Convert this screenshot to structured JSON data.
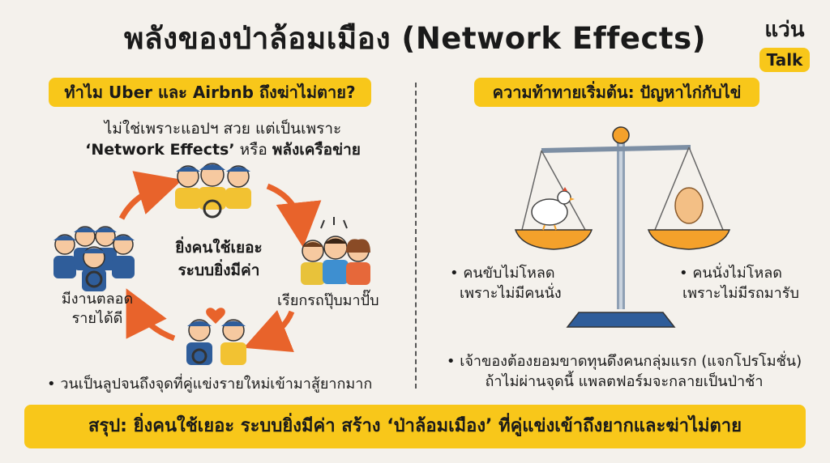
{
  "title": "พลังของป่าล้อมเมือง (Network Effects)",
  "logo": {
    "top": "แว่น",
    "badge": "Talk"
  },
  "left": {
    "heading": "ทำไม Uber และ Airbnb ถึงฆ่าไม่ตาย?",
    "lead_line1": "ไม่ใช่เพราะแอปฯ สวย แต่เป็นเพราะ",
    "lead_bold1": "‘Network Effects’",
    "lead_mid": " หรือ ",
    "lead_bold2": "พลังเครือข่าย",
    "cycle_center_line1": "ยิ่งคนใช้เยอะ",
    "cycle_center_line2": "ระบบยิ่งมีค่า",
    "label_jobs_line1": "มีงานตลอด",
    "label_jobs_line2": "รายได้ดี",
    "label_hail": "เรียกรถปุ๊บมาปั๊บ",
    "bullet": "• วนเป็นลูปจนถึงจุดที่คู่แข่งรายใหม่เข้ามาสู้ยากมาก"
  },
  "right": {
    "heading": "ความท้าทายเริ่มต้น: ปัญหาไก่กับไข่",
    "bullet_drivers_line1": "• คนขับไม่โหลด",
    "bullet_drivers_line2": "เพราะไม่มีคนนั่ง",
    "bullet_riders_line1": "• คนนั่งไม่โหลด",
    "bullet_riders_line2": "เพราะไม่มีรถมารับ",
    "bullet_owner_line1": "• เจ้าของต้องยอมขาดทุนดึงคนกลุ่มแรก (แจกโปรโมชั่น)",
    "bullet_owner_line2": "ถ้าไม่ผ่านจุดนี้ แพลตฟอร์มจะกลายเป็นป่าช้า"
  },
  "summary": "สรุป: ยิ่งคนใช้เยอะ ระบบยิ่งมีค่า สร้าง ‘ป่าล้อมเมือง’ ที่คู่แข่งเข้าถึงยากและฆ่าไม่ตาย",
  "colors": {
    "accent": "#f8c71a",
    "arrow": "#e8632b",
    "driver_blue": "#2f5d9a",
    "scale_pan": "#f4a12b"
  }
}
